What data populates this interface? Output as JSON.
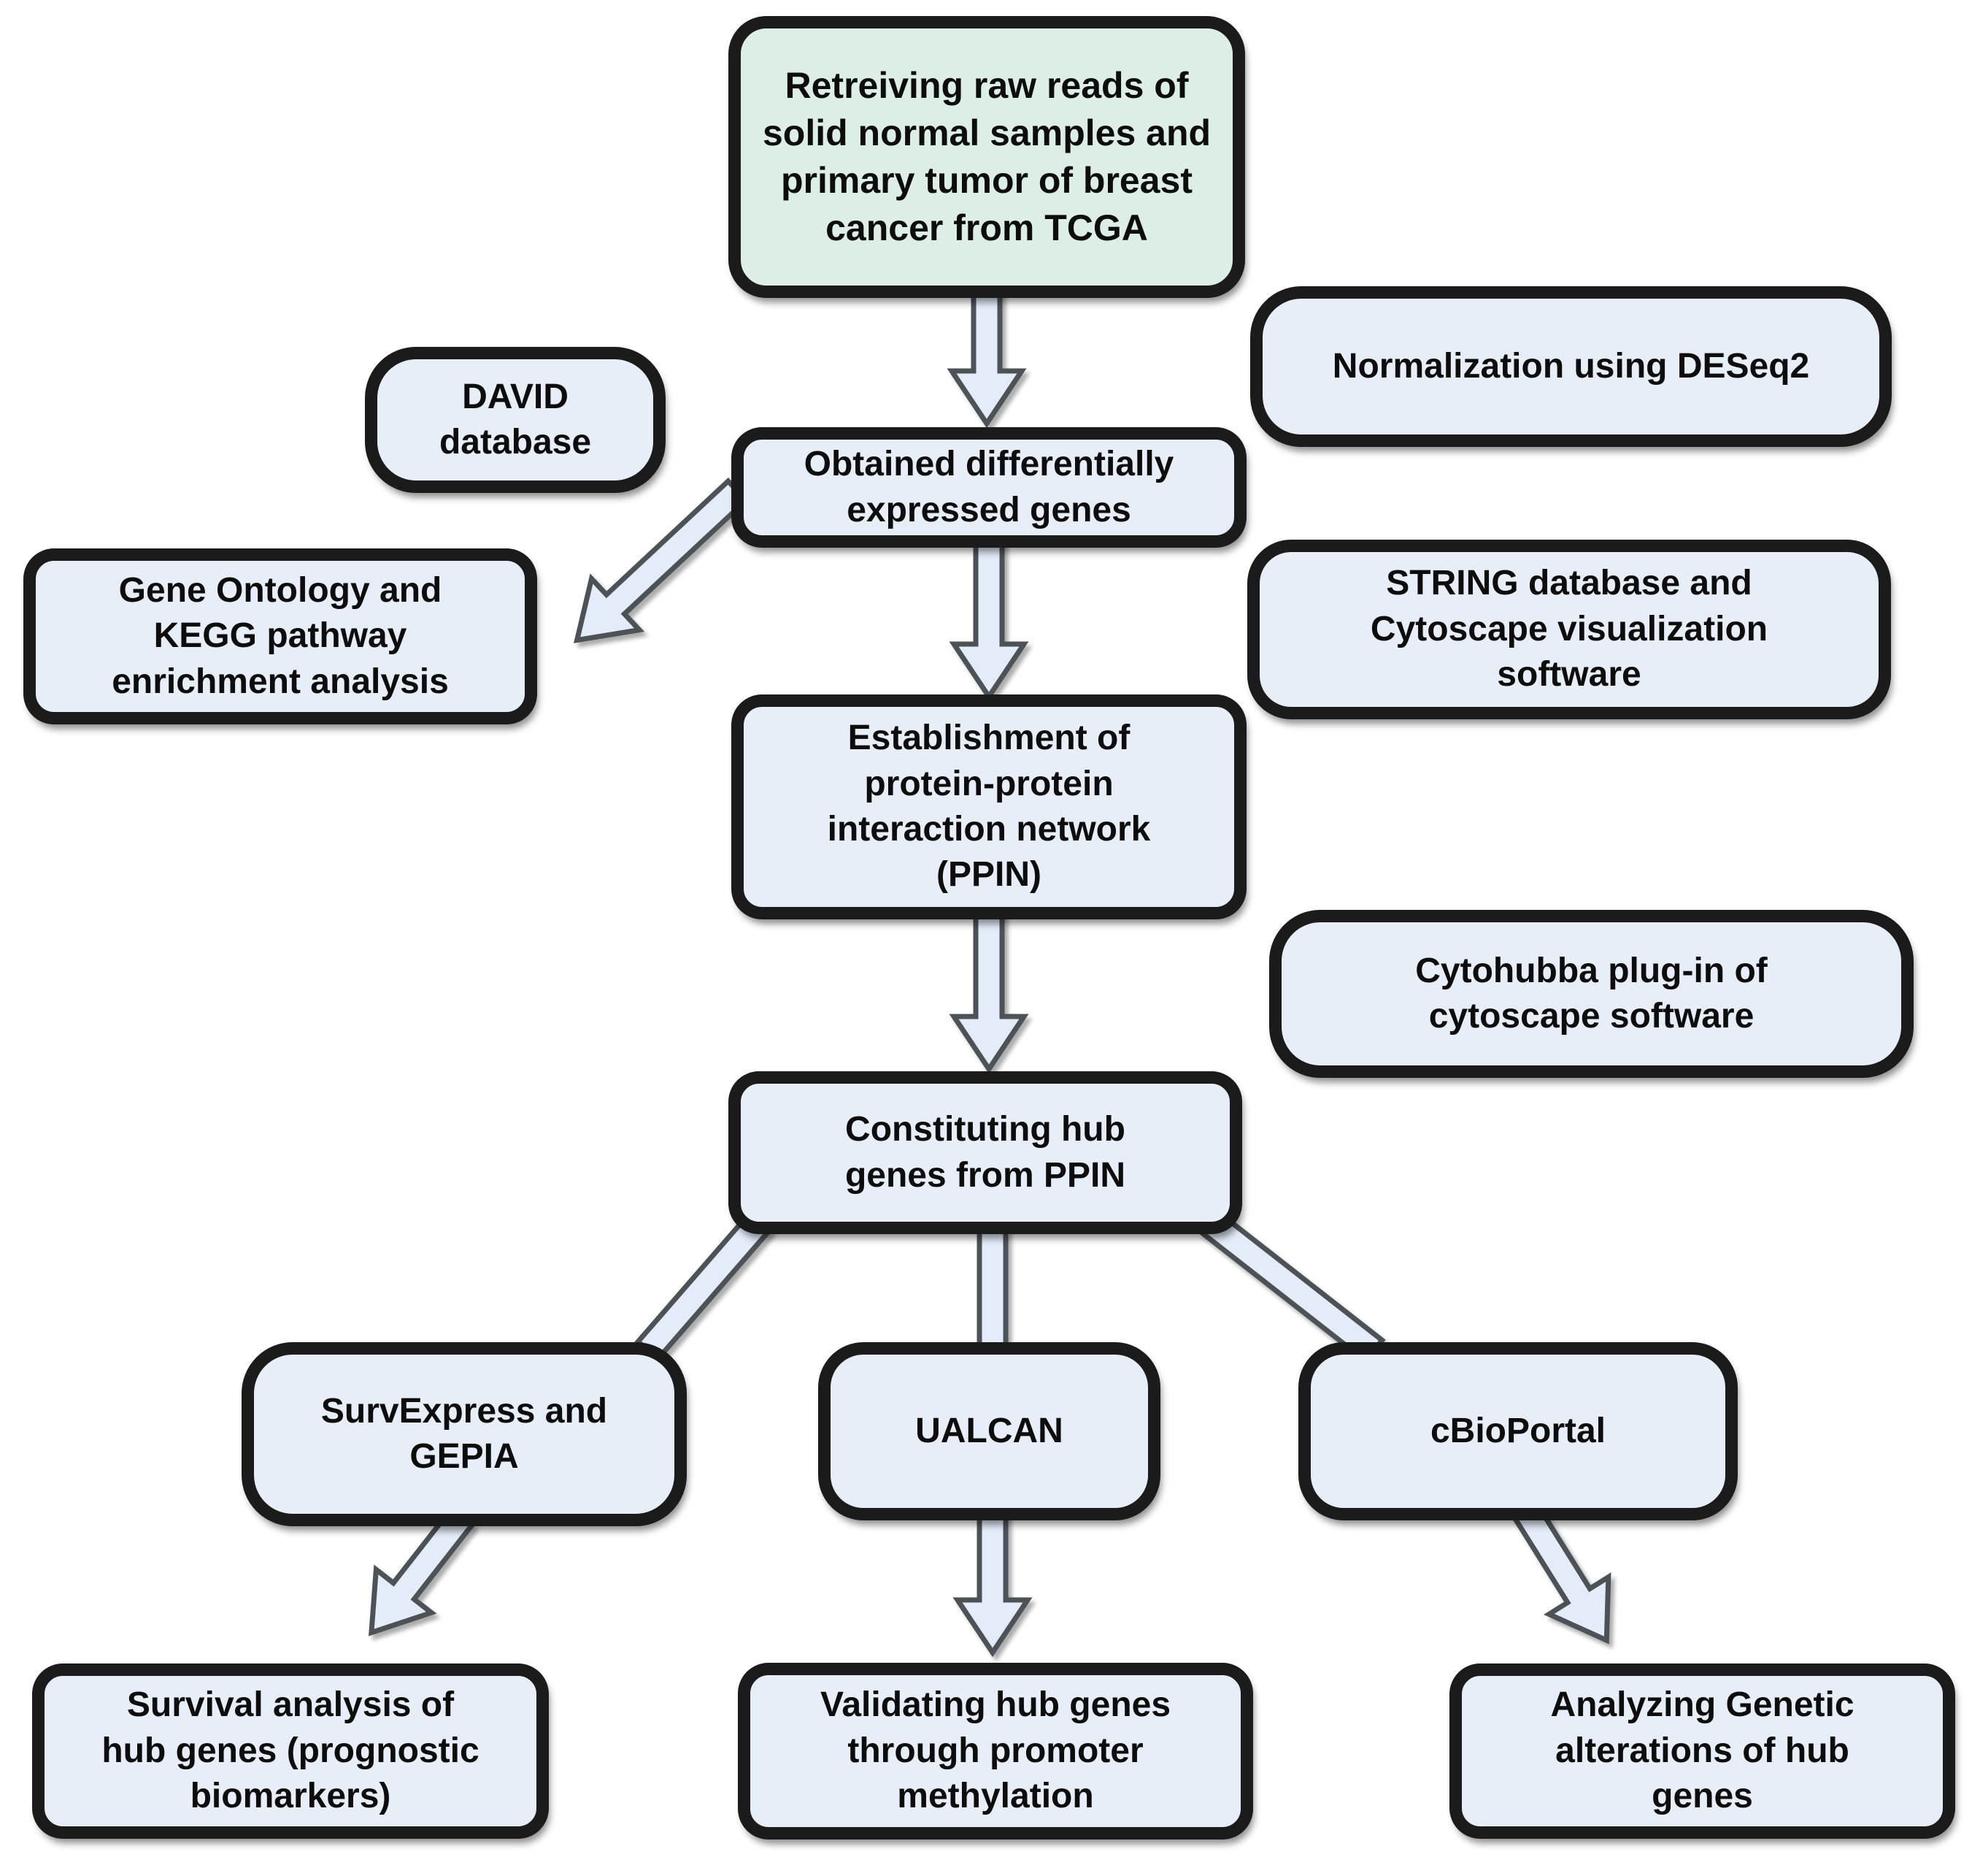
{
  "page": {
    "background": "#ffffff"
  },
  "colors": {
    "box_fill_blue": "#e8eef8",
    "box_fill_green": "#ddeee6",
    "box_border": "#1b1b1b",
    "arrow_fill": "#e3ecf8",
    "arrow_stroke": "#4d5257",
    "text": "#0d0d0d"
  },
  "diagram": {
    "nodes": {
      "tcga": {
        "label": "Retreiving raw reads of\nsolid normal samples and\nprimary tumor of breast\ncancer from TCGA"
      },
      "david": {
        "label": "DAVID\ndatabase"
      },
      "normalization": {
        "label": "Normalization using DESeq2"
      },
      "deg": {
        "label": "Obtained differentially\nexpressed genes"
      },
      "go_kegg": {
        "label": "Gene Ontology and\nKEGG pathway\nenrichment analysis"
      },
      "string_cytoscape": {
        "label": "STRING database and\nCytoscape visualization\nsoftware"
      },
      "ppin": {
        "label": "Establishment of\nprotein-protein\ninteraction network\n(PPIN)"
      },
      "cytohubba": {
        "label": "Cytohubba plug-in of\ncytoscape software"
      },
      "hub_genes": {
        "label": "Constituting hub\ngenes from PPIN"
      },
      "survexpress": {
        "label": "SurvExpress and\nGEPIA"
      },
      "ualcan": {
        "label": "UALCAN"
      },
      "cbioportal": {
        "label": "cBioPortal"
      },
      "survival": {
        "label": "Survival analysis of\nhub genes (prognostic\nbiomarkers)"
      },
      "methylation": {
        "label": "Validating hub genes\nthrough promoter\nmethylation"
      },
      "alterations": {
        "label": "Analyzing Genetic\nalterations of hub\ngenes"
      }
    },
    "edges": [
      {
        "from": "tcga",
        "to": "deg"
      },
      {
        "from": "deg",
        "to": "go_kegg"
      },
      {
        "from": "deg",
        "to": "ppin"
      },
      {
        "from": "ppin",
        "to": "hub_genes"
      },
      {
        "from": "hub_genes",
        "to": "survexpress"
      },
      {
        "from": "hub_genes",
        "to": "ualcan"
      },
      {
        "from": "hub_genes",
        "to": "cbioportal"
      },
      {
        "from": "survexpress",
        "to": "survival"
      },
      {
        "from": "ualcan",
        "to": "methylation"
      },
      {
        "from": "cbioportal",
        "to": "alterations"
      }
    ]
  }
}
